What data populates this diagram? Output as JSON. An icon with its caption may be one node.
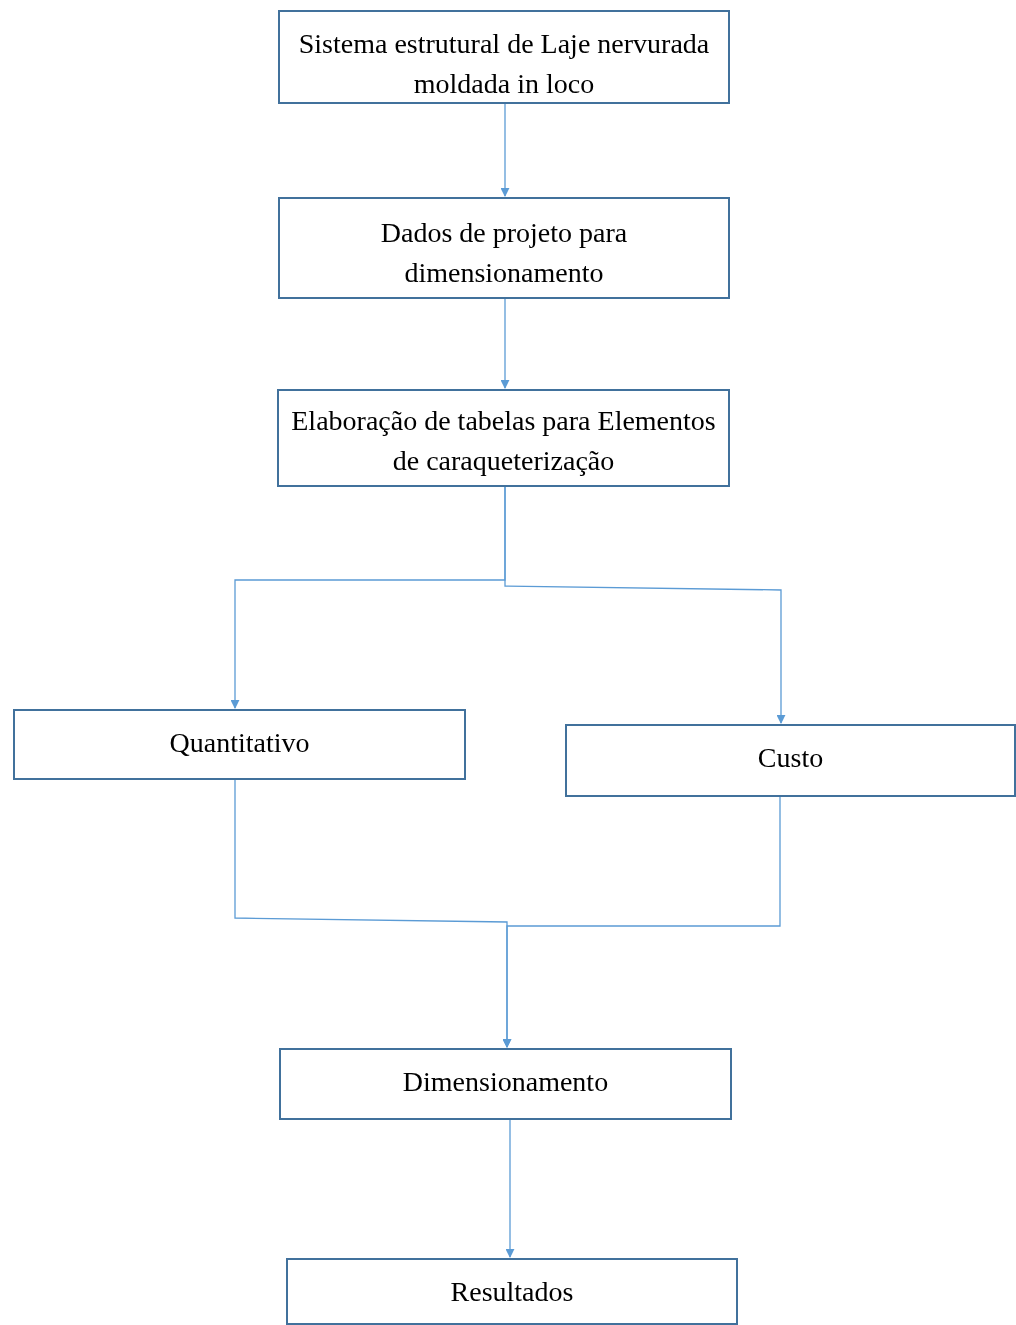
{
  "diagram": {
    "nodes": [
      {
        "text": [
          "Sistema estrutural de Laje nervurada moldada in loco"
        ]
      },
      {
        "text": [
          "Dados de projeto para dimensionamento"
        ]
      },
      {
        "text": [
          "Elaboração de tabelas para Elementos de caraqueterização"
        ]
      },
      {
        "text": [
          "Quantitativo"
        ]
      },
      {
        "text": [
          "Custo"
        ]
      },
      {
        "text": [
          "Dimensionamento"
        ]
      },
      {
        "text": [
          "Resultados"
        ]
      }
    ],
    "edges": [
      {
        "from": 0,
        "to": 1,
        "arrow": "to"
      },
      {
        "from": 1,
        "to": 2,
        "arrow": "to"
      },
      {
        "from": 2,
        "to": 3,
        "arrow": "to"
      },
      {
        "from": 2,
        "to": 4,
        "arrow": "to"
      },
      {
        "from": 3,
        "to": 5,
        "arrow": "to"
      },
      {
        "from": 4,
        "to": 5,
        "arrow": "to"
      },
      {
        "from": 5,
        "to": 6,
        "arrow": "to"
      }
    ]
  }
}
